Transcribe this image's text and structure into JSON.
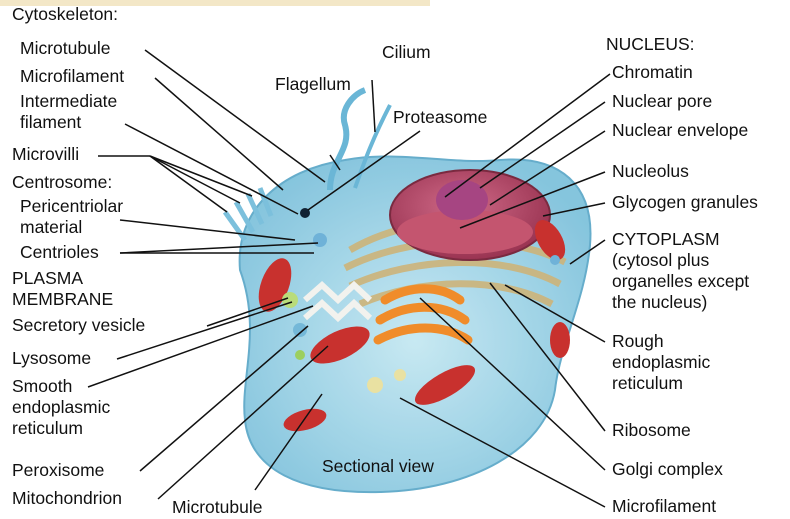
{
  "labels": {
    "cytoskeleton": "Cytoskeleton:",
    "microtubule": "Microtubule",
    "microfilament": "Microfilament",
    "intermediate_filament": "Intermediate\nfilament",
    "microvilli": "Microvilli",
    "centrosome": "Centrosome:",
    "pericentriolar": "Pericentriolar\nmaterial",
    "centrioles": "Centrioles",
    "plasma_membrane": "PLASMA\nMEMBRANE",
    "secretory_vesicle": "Secretory vesicle",
    "lysosome": "Lysosome",
    "smooth_er": "Smooth\nendoplasmic\nreticulum",
    "peroxisome": "Peroxisome",
    "mitochondrion": "Mitochondrion",
    "microtubule_bottom": "Microtubule",
    "flagellum": "Flagellum",
    "cilium": "Cilium",
    "proteasome": "Proteasome",
    "sectional_view": "Sectional view",
    "nucleus": "NUCLEUS:",
    "chromatin": "Chromatin",
    "nuclear_pore": "Nuclear pore",
    "nuclear_envelope": "Nuclear envelope",
    "nucleolus": "Nucleolus",
    "glycogen_granules": "Glycogen granules",
    "cytoplasm": "CYTOPLASM\n(cytosol plus\norganelles except\nthe nucleus)",
    "rough_er": "Rough\nendoplasmic\nreticulum",
    "ribosome": "Ribosome",
    "golgi_complex": "Golgi complex",
    "microfilament_bottom": "Microfilament"
  },
  "colors": {
    "cytoplasm_fill": "#9fd3e6",
    "membrane": "#7cc0dc",
    "nucleus_fill": "#b44a66",
    "nucleolus_fill": "#9c3a73",
    "mitochondria": "#c8312e",
    "golgi": "#f08c2a",
    "rough_er": "#d7c08a",
    "leader_line": "#111111"
  }
}
